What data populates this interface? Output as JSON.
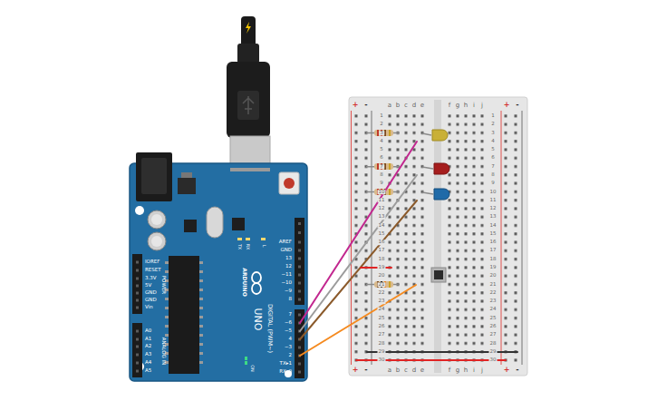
{
  "diagram": {
    "labels": [
      "a",
      "b",
      "c",
      "d",
      "e",
      "f",
      "g",
      "h",
      "i",
      "j",
      "a",
      "b",
      "c",
      "d",
      "e",
      "f",
      "g",
      "h",
      "i",
      "j",
      "1",
      "2",
      "3",
      "4",
      "5",
      "6",
      "7",
      "8",
      "9",
      "10",
      "11",
      "12",
      "13",
      "14",
      "15",
      "16",
      "17",
      "18",
      "19",
      "20",
      "21",
      "22",
      "23",
      "24",
      "25",
      "26",
      "27",
      "28",
      "29",
      "30",
      "1",
      "2",
      "3",
      "4",
      "5",
      "6",
      "7",
      "8",
      "9",
      "10",
      "11",
      "12",
      "13",
      "14",
      "15",
      "16",
      "17",
      "18",
      "19",
      "20",
      "21",
      "22",
      "23",
      "24",
      "25",
      "26",
      "27",
      "28",
      "29",
      "30",
      "+",
      "-",
      "+",
      "-",
      "+",
      "-",
      "+",
      "-",
      "AREF",
      "GND",
      "13",
      "12",
      "~11",
      "~10",
      "~9",
      "8",
      "7",
      "~6",
      "~5",
      "4",
      "~3",
      "2",
      "TX▸1",
      "RX◂0",
      "DIGITAL (PWM~)",
      "UNO",
      "ARDUINO",
      "TX",
      "RX",
      "L",
      "ON",
      "IOREF",
      "RESET",
      "3.3V",
      "5V",
      "GND",
      "GND",
      "Vin",
      "POWER",
      "A0",
      "A1",
      "A2",
      "A3",
      "A4",
      "A5",
      "ANALOG IN"
    ]
  }
}
